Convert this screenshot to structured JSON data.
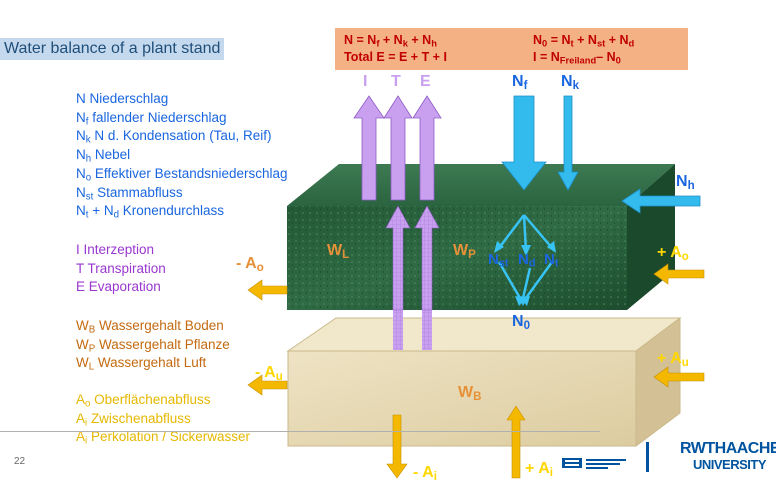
{
  "title": "Water balance of a plant stand",
  "page_number": "22",
  "formulas": {
    "f1": "N = N<sub>f</sub> + N<sub>k</sub> + N<sub>h</sub>",
    "f2": "Total E = E + T + I",
    "f3": "N<sub>0</sub> = N<sub>t</sub> + N<sub>st</sub> + N<sub>d</sub>",
    "f4": "I = N<sub>Freiland</sub>– N<sub>0</sub>"
  },
  "legend_precipitation": [
    "N Niederschlag",
    "N<sub>f</sub> fallender Niederschlag",
    "N<sub>k</sub> N d. Kondensation (Tau, Reif)",
    "N<sub>h</sub> Nebel",
    "N<sub>o</sub> Effektiver Bestandsniederschlag",
    "N<sub>st</sub> Stammabfluss",
    "N<sub>t</sub> + N<sub>d</sub> Kronendurchlass"
  ],
  "legend_evaporation": [
    "I Interzeption",
    "T Transpiration",
    "E Evaporation"
  ],
  "legend_water_content": [
    "W<sub>B</sub> Wassergehalt Boden",
    "W<sub>P</sub> Wassergehalt Pflanze",
    "W<sub>L</sub> Wassergehalt Luft"
  ],
  "legend_runoff": [
    "A<sub>o</sub> Oberflächenabfluss",
    "A<sub>i</sub> Zwischenabfluss",
    "A<sub>i</sub> Perkolation / Sickerwasser"
  ],
  "labels": {
    "I": "I",
    "T": "T",
    "E": "E",
    "Nf": "N<sub>f</sub>",
    "Nk": "N<sub>k</sub>",
    "Nh": "N<sub>h</sub>",
    "WL": "W<sub>L</sub>",
    "WP": "W<sub>P</sub>",
    "Nst": "N<sub>st</sub>",
    "Nd": "N<sub>d</sub>",
    "Nt": "N<sub>t</sub>",
    "N0": "N<sub>0</sub>",
    "WB": "W<sub>B</sub>",
    "minus_Ao": "- A<sub>o</sub>",
    "plus_Ao": "+ A<sub>o</sub>",
    "minus_Au": "- A<sub>u</sub>",
    "plus_Au": "+ A<sub>u</sub>",
    "minus_Ai": "- A<sub>i</sub>",
    "plus_Ai": "+ A<sub>i</sub>"
  },
  "logo": {
    "name": "RWTHAACHEN",
    "sub": "UNIVERSITY"
  },
  "colors": {
    "canopy": "#1f5c35",
    "soil": "#e8dcb8",
    "purple_arrow": "#c9a0f0",
    "blue_arrow": "#33bbee",
    "orange_arrow": "#f5b800",
    "formula_bg": "#f4b183"
  }
}
